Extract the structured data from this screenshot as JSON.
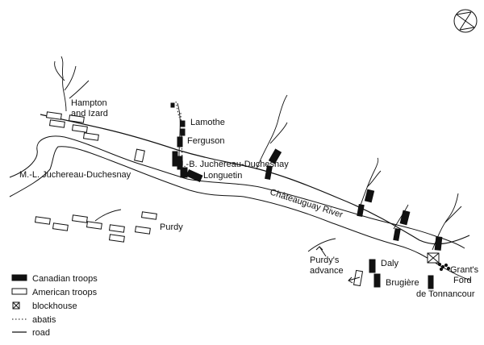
{
  "labels": {
    "hampton_line1": "Hampton",
    "hampton_line2": "and Izard",
    "lamothe": "Lamothe",
    "ferguson": "Ferguson",
    "jb_juchereau": "J.-B. Juchereau-Duchesnay",
    "ml_juchereau": "M.-L. Juchereau-Duchesnay",
    "longuetin": "Longuetin",
    "river": "Châteauguay River",
    "purdy": "Purdy",
    "purdys_line1": "Purdy's",
    "purdys_line2": "advance",
    "daly": "Daly",
    "brugiere": "Brugière",
    "grants_line1": "Grant's",
    "grants_line2": "Ford",
    "tonnancour": "de Tonnancour"
  },
  "legend": {
    "canadian": "Canadian troops",
    "american": "American troops",
    "blockhouse": "blockhouse",
    "abatis": "abatis",
    "road": "road"
  },
  "colors": {
    "ink": "#111111",
    "paper": "#ffffff"
  },
  "icons": {
    "compass": "compass-rose-icon",
    "blockhouse": "crossed-box-icon"
  }
}
